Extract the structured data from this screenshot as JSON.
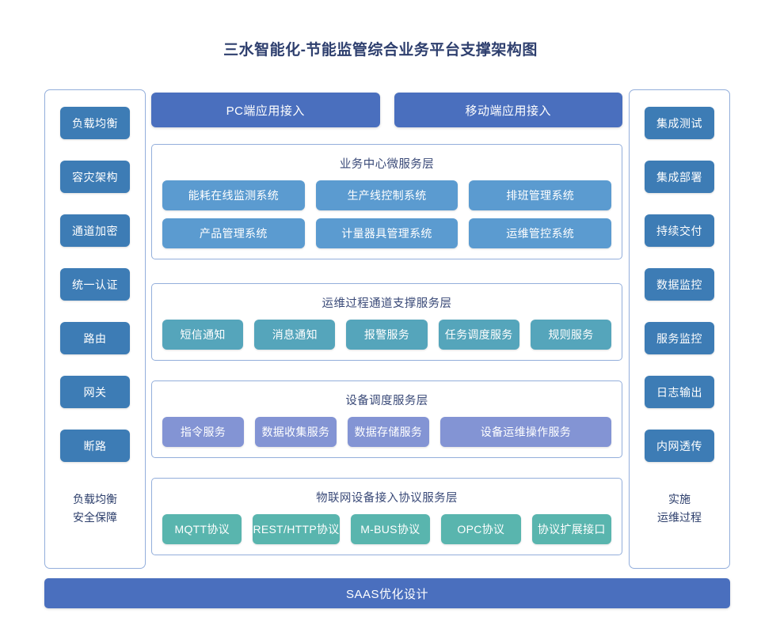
{
  "title": "三水智能化-节能监管综合业务平台支撑架构图",
  "colors": {
    "title_text": "#2e3f6e",
    "side_button": "#3d7cb5",
    "top_button": "#4a6fbe",
    "business_chip": "#5b9bd0",
    "ops_chip": "#55a5bb",
    "device_chip": "#8394d4",
    "iot_chip": "#59b5ae",
    "panel_border": "#93aedb",
    "saas_bar": "#4a6fbe"
  },
  "left_column": {
    "name": "负载均衡安全保障",
    "items": [
      {
        "label": "负载均衡"
      },
      {
        "label": "容灾架构"
      },
      {
        "label": "通道加密"
      },
      {
        "label": "统一认证"
      },
      {
        "label": "路由"
      },
      {
        "label": "网关"
      },
      {
        "label": "断路"
      }
    ],
    "footer_line1": "负载均衡",
    "footer_line2": "安全保障"
  },
  "right_column": {
    "name": "实施运维过程",
    "items": [
      {
        "label": "集成测试"
      },
      {
        "label": "集成部署"
      },
      {
        "label": "持续交付"
      },
      {
        "label": "数据监控"
      },
      {
        "label": "服务监控"
      },
      {
        "label": "日志输出"
      },
      {
        "label": "内网透传"
      }
    ],
    "footer_line1": "实施",
    "footer_line2": "运维过程"
  },
  "top_access": [
    {
      "label": "PC端应用接入"
    },
    {
      "label": "移动端应用接入"
    }
  ],
  "layers": {
    "business": {
      "title": "业务中心微服务层",
      "row1": [
        {
          "label": "能耗在线监测系统"
        },
        {
          "label": "生产线控制系统"
        },
        {
          "label": "排班管理系统"
        }
      ],
      "row2": [
        {
          "label": "产品管理系统"
        },
        {
          "label": "计量器具管理系统"
        },
        {
          "label": "运维管控系统"
        }
      ]
    },
    "ops": {
      "title": "运维过程通道支撑服务层",
      "items": [
        {
          "label": "短信通知"
        },
        {
          "label": "消息通知"
        },
        {
          "label": "报警服务"
        },
        {
          "label": "任务调度服务"
        },
        {
          "label": "规则服务"
        }
      ]
    },
    "device": {
      "title": "设备调度服务层",
      "items": [
        {
          "label": "指令服务"
        },
        {
          "label": "数据收集服务"
        },
        {
          "label": "数据存储服务"
        },
        {
          "label": "设备运维操作服务"
        }
      ]
    },
    "iot": {
      "title": "物联网设备接入协议服务层",
      "items": [
        {
          "label": "MQTT协议"
        },
        {
          "label": "REST/HTTP协议"
        },
        {
          "label": "M-BUS协议"
        },
        {
          "label": "OPC协议"
        },
        {
          "label": "协议扩展接口"
        }
      ]
    }
  },
  "footer_bar": {
    "label": "SAAS优化设计"
  }
}
